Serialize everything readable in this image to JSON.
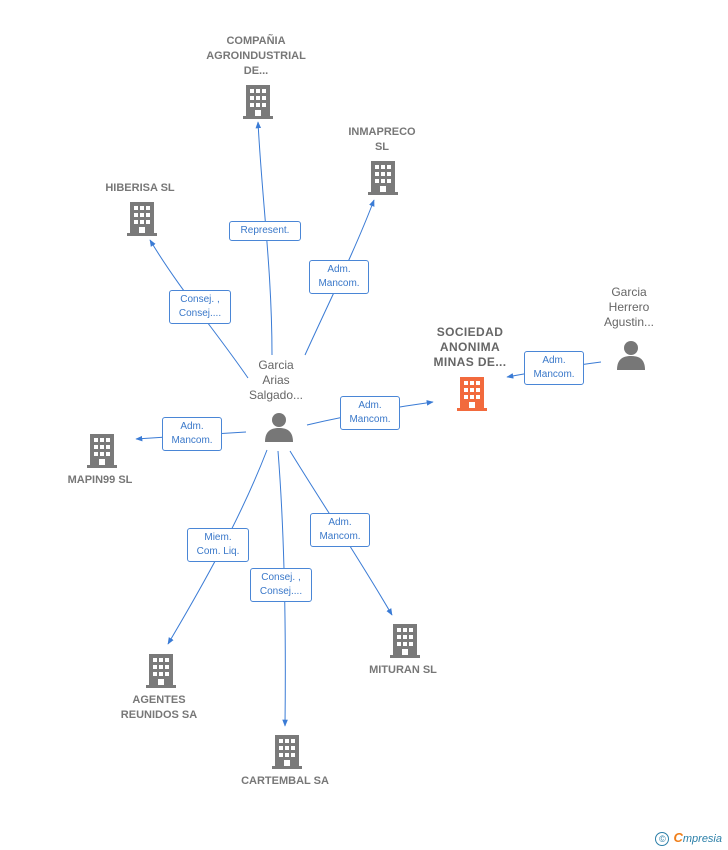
{
  "colors": {
    "edge": "#3a7bd5",
    "company_icon": "#7a7a7a",
    "main_icon": "#f26a3d",
    "person_icon": "#777777"
  },
  "center_person": {
    "label": [
      "Garcia",
      "Arias",
      "Salgado..."
    ]
  },
  "main_company": {
    "label": [
      "SOCIEDAD",
      "ANONIMA",
      "MINAS DE..."
    ]
  },
  "other_person": {
    "label": [
      "Garcia",
      "Herrero",
      "Agustin..."
    ]
  },
  "companies": {
    "compania": {
      "label": [
        "COMPAÑIA",
        "AGROINDUSTRIAL",
        "DE..."
      ]
    },
    "inmapreco": {
      "label": [
        "INMAPRECO",
        "SL"
      ]
    },
    "hiberisa": {
      "label": [
        "HIBERISA SL"
      ]
    },
    "mapin99": {
      "label": [
        "MAPIN99  SL"
      ]
    },
    "agentes": {
      "label": [
        "AGENTES",
        "REUNIDOS SA"
      ]
    },
    "cartembal": {
      "label": [
        "CARTEMBAL SA"
      ]
    },
    "mituran": {
      "label": [
        "MITURAN  SL"
      ]
    }
  },
  "edges": {
    "compania": [
      "Represent."
    ],
    "inmapreco": [
      "Adm.",
      "Mancom."
    ],
    "hiberisa": [
      "Consej. ,",
      "Consej...."
    ],
    "main": [
      "Adm.",
      "Mancom."
    ],
    "other_main": [
      "Adm.",
      "Mancom."
    ],
    "mapin99": [
      "Adm.",
      "Mancom."
    ],
    "agentes": [
      "Miem.",
      "Com. Liq."
    ],
    "cartembal": [
      "Consej. ,",
      "Consej...."
    ],
    "mituran": [
      "Adm.",
      "Mancom."
    ]
  },
  "brand": {
    "copyright": "©",
    "initial": "C",
    "rest": "mpresia"
  }
}
